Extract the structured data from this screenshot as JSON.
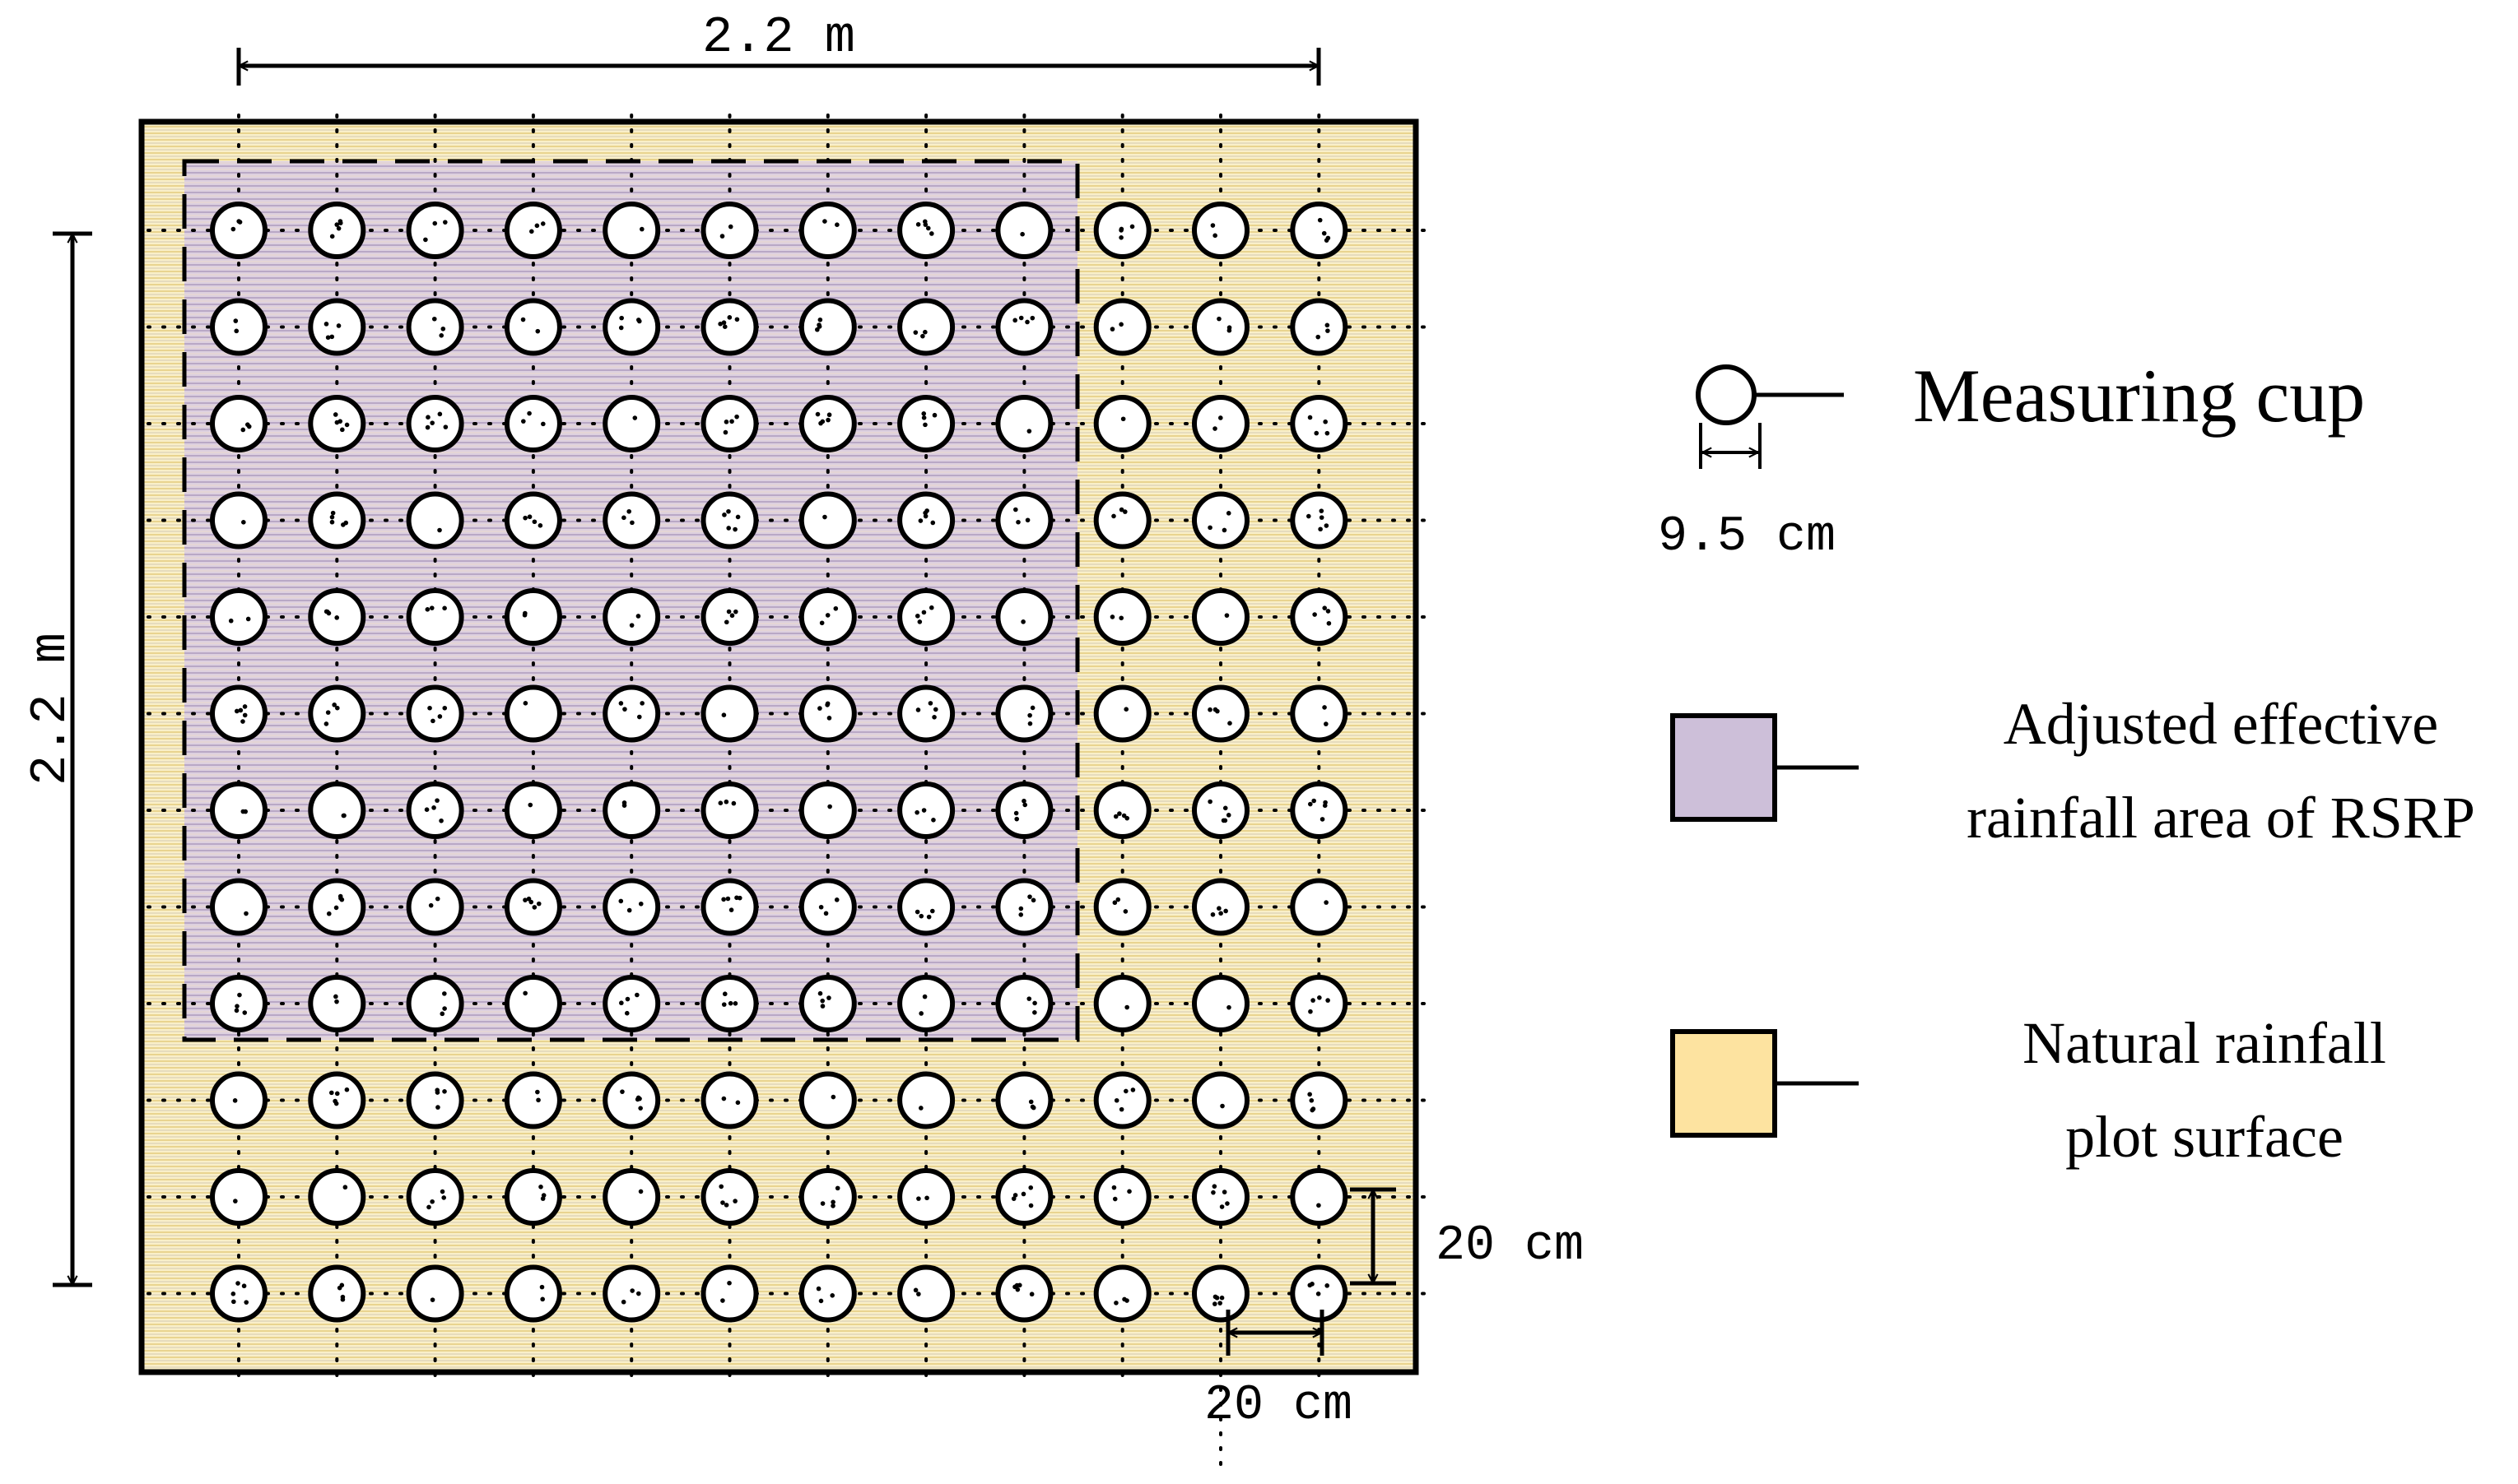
{
  "dimensions": {
    "width_label": "2.2 m",
    "height_label": "2.2 m",
    "row_spacing_label": "20 cm",
    "col_spacing_label": "20 cm"
  },
  "legend": {
    "cup": {
      "label": "Measuring cup",
      "diameter_label": "9.5 cm",
      "icon": "circle-icon"
    },
    "rsrp": {
      "line1": "Adjusted effective",
      "line2": "rainfall area of RSRP",
      "color": "#cdbfd9"
    },
    "natural": {
      "line1": "Natural rainfall",
      "line2": "plot surface",
      "color": "#fde3a0"
    }
  },
  "grid": {
    "rows": 12,
    "cols": 12,
    "rsrp_rows": 9,
    "rsrp_cols": 9
  },
  "colors": {
    "plot_fill": "#f7ecc4",
    "rsrp_fill": "#d9cad8",
    "stroke": "#000000"
  }
}
